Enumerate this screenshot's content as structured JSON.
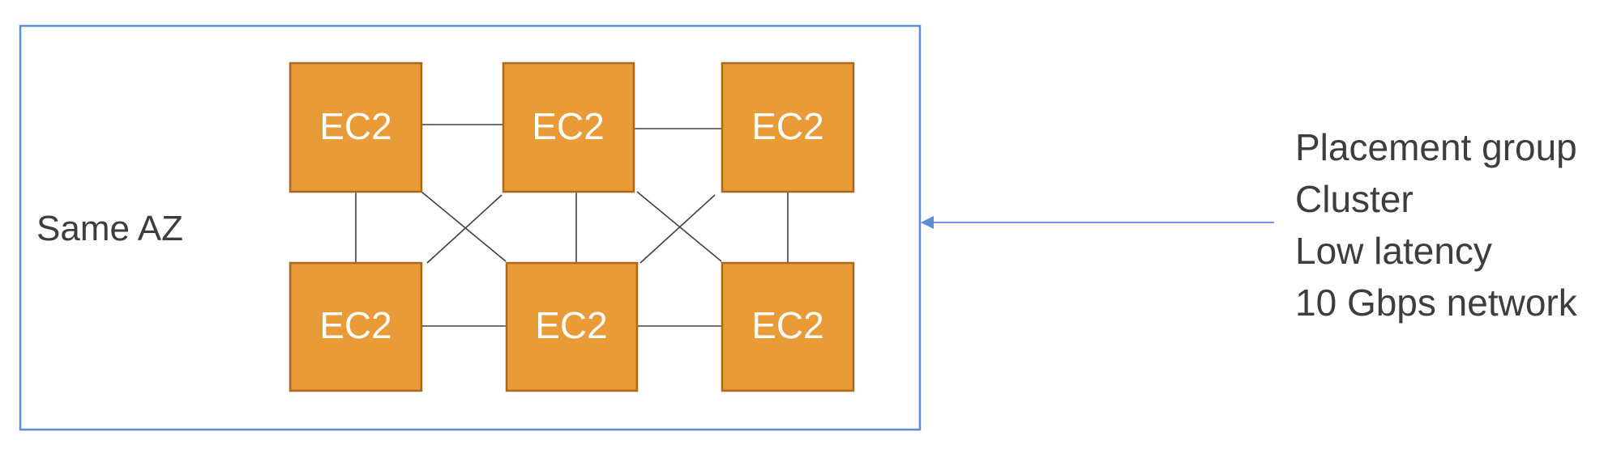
{
  "zone": {
    "label": "Same AZ"
  },
  "instances": [
    {
      "label": "EC2"
    },
    {
      "label": "EC2"
    },
    {
      "label": "EC2"
    },
    {
      "label": "EC2"
    },
    {
      "label": "EC2"
    },
    {
      "label": "EC2"
    }
  ],
  "description": {
    "lines": [
      "Placement group",
      "Cluster",
      "Low latency",
      "10 Gbps network"
    ]
  },
  "colors": {
    "instance_fill": "#E99B37",
    "instance_border": "#A8691E",
    "zone_border": "#5B8FD1",
    "connector": "#404040",
    "arrow": "#5B8FD1",
    "text": "#3D3D3D"
  }
}
